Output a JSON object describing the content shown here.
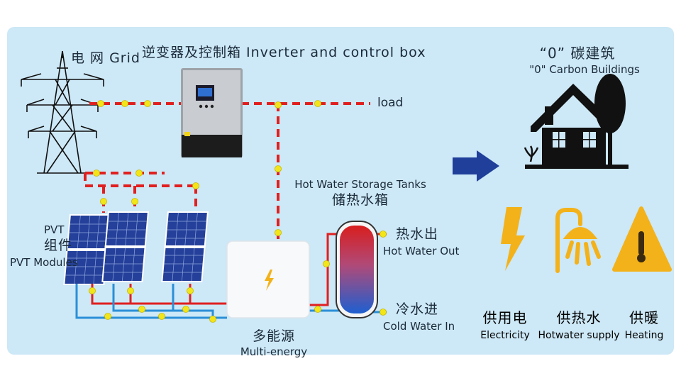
{
  "labels": {
    "grid": "电 网 Grid",
    "inverter": "逆变器及控制箱 Inverter and control box",
    "load": "load",
    "hot_water_tanks_en": "Hot Water Storage Tanks",
    "hot_water_tanks_cn": "储热水箱",
    "pvt_en": "PVT",
    "pvt_cn": "组件",
    "pvt_modules": "PVT Modules",
    "hot_water_out_cn": "热水出",
    "hot_water_out_en": "Hot Water Out",
    "cold_water_in_cn": "冷水进",
    "cold_water_in_en": "Cold Water In",
    "multi_energy_cn": "多能源",
    "multi_energy_en": "Multi-energy",
    "carbon_cn": "“0” 碳建筑",
    "carbon_en": "\"0\" Carbon Buildings"
  },
  "outputs": [
    {
      "cn": "供用电",
      "en": "Electricity"
    },
    {
      "cn": "供热水",
      "en": "Hotwater supply"
    },
    {
      "cn": "供暖",
      "en": "Heating"
    }
  ],
  "colors": {
    "background": "#cde8f6",
    "electric_line": "#e02020",
    "cold_water_line": "#2a8fd8",
    "junction": "#f2e61a",
    "solar_panel": "#24409a",
    "arrow": "#1f3f9a",
    "icon_yellow": "#f3b21a",
    "house": "#111111"
  },
  "icons": [
    "transmission-tower-icon",
    "inverter-box-icon",
    "solar-panel-icon",
    "multi-energy-unit-icon",
    "storage-tank-icon",
    "right-arrow-icon",
    "house-with-tree-icon",
    "lightning-icon",
    "shower-icon",
    "thermometer-warning-icon"
  ]
}
